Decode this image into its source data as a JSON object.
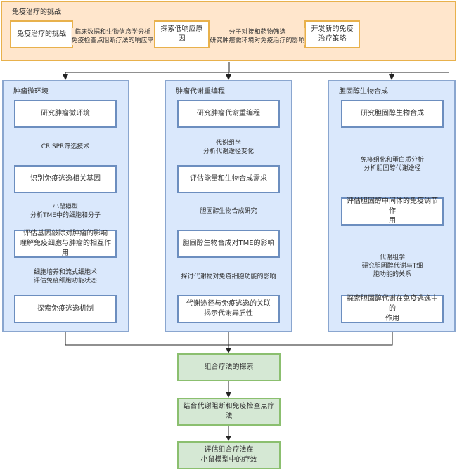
{
  "top_section": {
    "title": "免疫治疗的挑战",
    "nodes": [
      {
        "label": "免疫治疗的挑战"
      },
      {
        "label": "探索低响应原因"
      },
      {
        "label": "开发新的免疫\n治疗策略"
      }
    ],
    "edges": [
      {
        "label": "临床数据和生物信息学分析\n免疫检查点阻断疗法的响应率"
      },
      {
        "label": "分子对接和药物筛选\n研究肿瘤微环境对免疫治疗的影响"
      }
    ]
  },
  "columns": [
    {
      "title": "肿瘤微环境",
      "nodes": [
        {
          "label": "研究肿瘤微环境"
        },
        {
          "label": "识别免疫逃逸相关基因"
        },
        {
          "label": "评估基因敲除对肿瘤的影响\n理解免疫细胞与肿瘤的相互作用"
        },
        {
          "label": "探索免疫逃逸机制"
        }
      ],
      "edges": [
        {
          "label": "CRISPR筛选技术"
        },
        {
          "label": "小鼠模型\n分析TME中的细胞和分子"
        },
        {
          "label": "细胞培养和流式细胞术\n评估免疫细胞功能状态"
        }
      ]
    },
    {
      "title": "肿瘤代谢重编程",
      "nodes": [
        {
          "label": "研究肿瘤代谢重编程"
        },
        {
          "label": "评估能量和生物合成需求"
        },
        {
          "label": "胆固醇生物合成对TME的影响"
        },
        {
          "label": "代谢途径与免疫逃逸的关联\n揭示代谢异质性"
        }
      ],
      "edges": [
        {
          "label": "代谢组学\n分析代谢途径变化"
        },
        {
          "label": "胆固醇生物合成研究"
        },
        {
          "label": "探讨代谢物对免疫细胞功能的影响"
        }
      ]
    },
    {
      "title": "胆固醇生物合成",
      "nodes": [
        {
          "label": "研究胆固醇生物合成"
        },
        {
          "label": "评估胆固醇中间体的免疫调节作\n用"
        },
        {
          "label": "探索胆固醇代谢在免疫逃逸中的\n作用"
        }
      ],
      "edges": [
        {
          "label": "免疫组化和蛋白质分析\n分析胆固醇代谢途径"
        },
        {
          "label": "代谢组学\n研究胆固醇代谢与T细胞功能的关系"
        }
      ]
    }
  ],
  "bottom_chain": {
    "nodes": [
      {
        "label": "组合疗法的探索"
      },
      {
        "label": "结合代谢阻断和免疫检查点疗法"
      },
      {
        "label": "评估组合疗法在\n小鼠模型中的疗效"
      }
    ]
  },
  "colors": {
    "orange_fill": "#ffe6cc",
    "orange_stroke": "#e8b14c",
    "blue_fill": "#dae8fc",
    "blue_stroke": "#6c8ebf",
    "green_fill": "#d5e8d4",
    "green_stroke": "#8bbf6f",
    "line": "#333333"
  }
}
